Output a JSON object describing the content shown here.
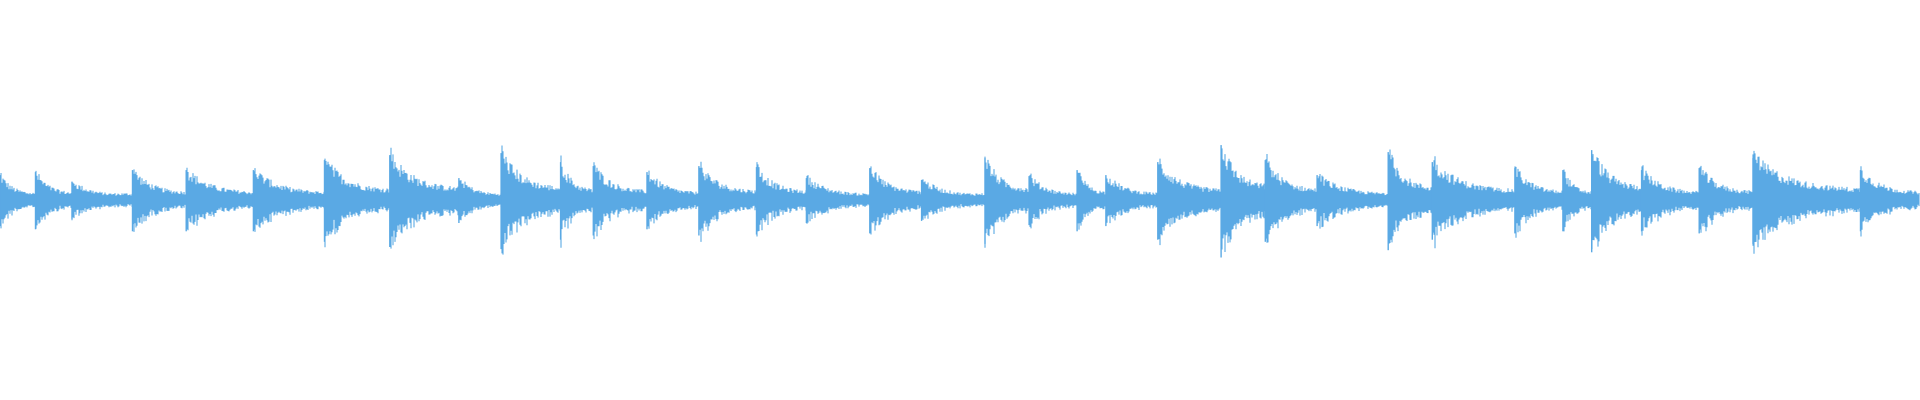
{
  "waveform": {
    "color": "#5aa9e4",
    "background": "#ffffff",
    "onsets": [
      0.0,
      0.0185,
      0.0375,
      0.069,
      0.097,
      0.132,
      0.169,
      0.203,
      0.239,
      0.261,
      0.292,
      0.309,
      0.337,
      0.364,
      0.394,
      0.42,
      0.453,
      0.48,
      0.513,
      0.536,
      0.561,
      0.576,
      0.603,
      0.636,
      0.659,
      0.686,
      0.723,
      0.746,
      0.789,
      0.814,
      0.829,
      0.855,
      0.885,
      0.913,
      0.969
    ],
    "peaks": [
      0.25,
      0.28,
      0.18,
      0.3,
      0.3,
      0.3,
      0.4,
      0.45,
      0.22,
      0.47,
      0.38,
      0.34,
      0.28,
      0.34,
      0.33,
      0.22,
      0.32,
      0.2,
      0.42,
      0.24,
      0.3,
      0.25,
      0.38,
      0.55,
      0.4,
      0.25,
      0.48,
      0.38,
      0.32,
      0.3,
      0.5,
      0.3,
      0.32,
      0.42,
      0.3
    ]
  }
}
